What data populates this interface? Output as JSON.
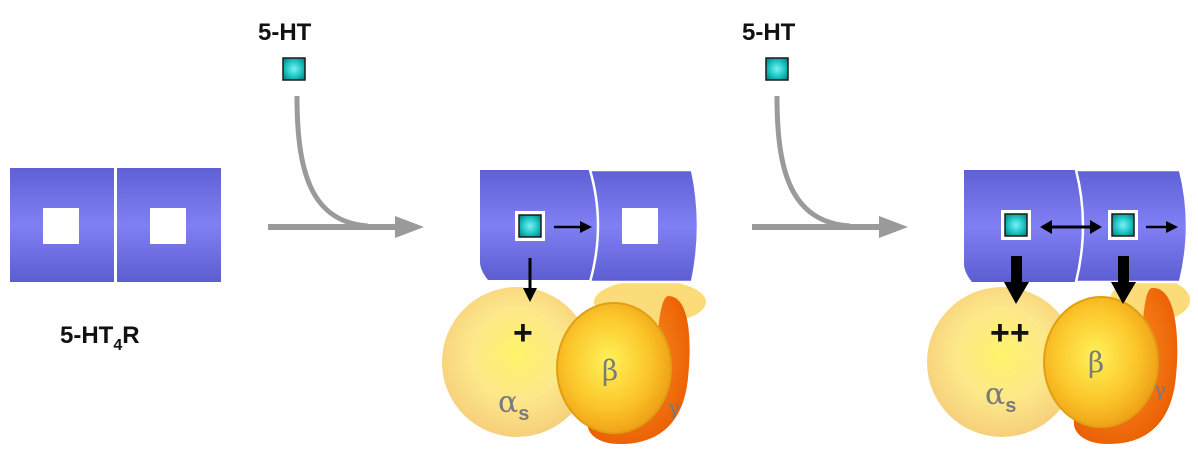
{
  "ligand_labels": [
    "5-HT",
    "5-HT"
  ],
  "receptor_label": {
    "main": "5-HT",
    "sub": "4",
    "suffix": "R"
  },
  "coupling_labels": {
    "single": "+",
    "double": "++"
  },
  "g_protein": {
    "alpha": "α",
    "alpha_sub": "s",
    "beta": "β",
    "gamma": "γ"
  },
  "colors": {
    "receptor": "#6f6fe6",
    "ligand": "#18c8c8",
    "reaction_arrow": "#9a9a9a",
    "alpha_subunit": "#fde07e",
    "beta_subunit": "#f6b21a",
    "gamma_subunit": "#f26d0a"
  },
  "icons": [
    "square-ligand-icon",
    "reaction-arrow-icon",
    "arrow-icon"
  ]
}
